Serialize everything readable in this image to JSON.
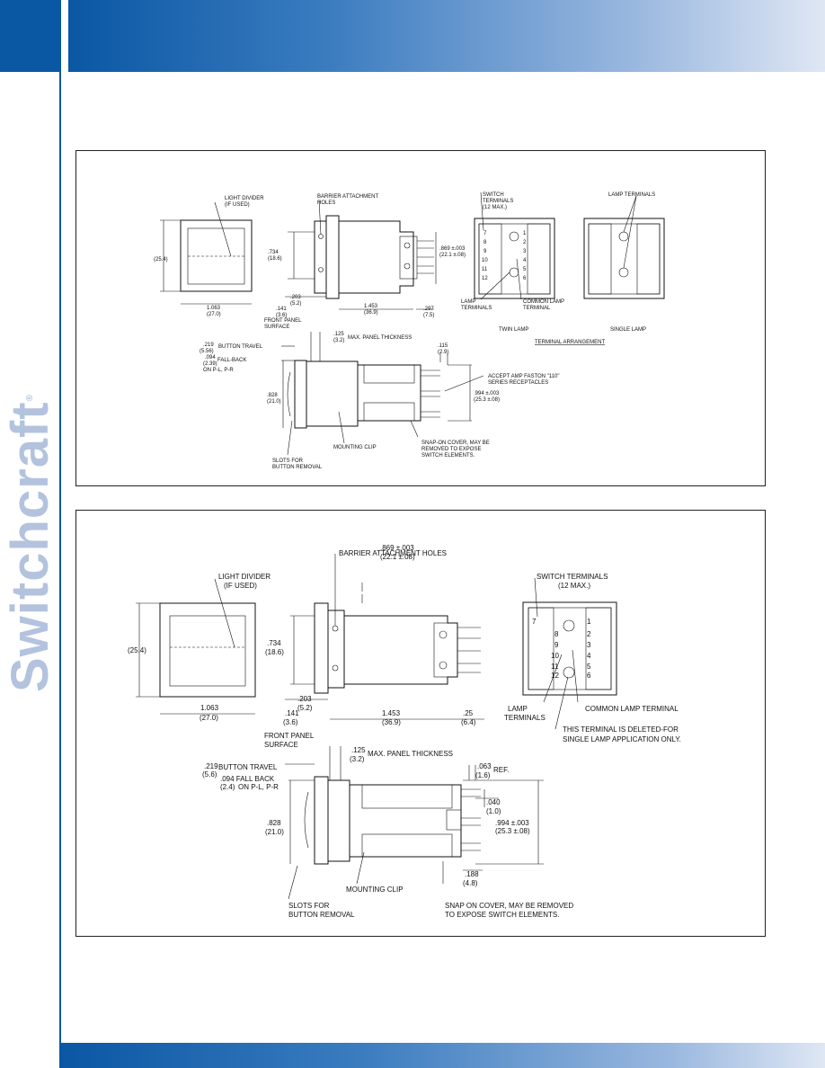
{
  "brand": {
    "name": "Switchcraft",
    "reg_mark": "®"
  },
  "panel1": {
    "light_divider": [
      "LIGHT DIVIDER",
      "(IF USED)"
    ],
    "barrier": [
      "BARRIER ATTACHMENT",
      "HOLES"
    ],
    "switch_terminals": [
      "SWITCH",
      "TERMINALS",
      "(12 MAX.)"
    ],
    "lamp_terminals_top": "LAMP TERMINALS",
    "dim_254": "(25.4)",
    "dim_734": [
      ".734",
      "(18.6)"
    ],
    "dim_869": [
      ".869 ±.003",
      "(22.1 ±.08)"
    ],
    "dim_1063": [
      "1.063",
      "(27.0)"
    ],
    "dim_203": [
      ".203",
      "(5.2)"
    ],
    "dim_141": [
      ".141",
      "(3.6)"
    ],
    "dim_1453": [
      "1.453",
      "(36.9)"
    ],
    "dim_297": [
      ".297",
      "(7.5)"
    ],
    "lamp_terminals": [
      "LAMP",
      "TERMINALS"
    ],
    "common_lamp": [
      "COMMON LAMP",
      "TERMINAL"
    ],
    "front_panel": [
      "FRONT PANEL",
      "SURFACE"
    ],
    "dim_125": [
      ".125",
      "(3.2)"
    ],
    "max_panel": "MAX. PANEL THICKNESS",
    "button_travel": [
      ".219",
      "(5.56)",
      "BUTTON TRAVEL"
    ],
    "fall_back": [
      ".094",
      "(2.39)",
      "FALL-BACK",
      "ON P-L, P-R"
    ],
    "dim_115": [
      ".115",
      "(2.9)"
    ],
    "twin_lamp": "TWIN LAMP",
    "single_lamp": "SINGLE LAMP",
    "terminal_arrangement": "TERMINAL ARRANGEMENT",
    "accept_amp": [
      "ACCEPT AMP FASTON \"110\"",
      "SERIES RECEPTACLES"
    ],
    "dim_828": [
      ".828",
      "(21.0)"
    ],
    "dim_994": [
      ".994 ±.003",
      "(25.3 ±.08)"
    ],
    "mounting_clip": "MOUNTING CLIP",
    "snap_on": [
      "SNAP-ON COVER, MAY BE",
      "REMOVED TO EXPOSE",
      "SWITCH ELEMENTS."
    ],
    "slots": [
      "SLOTS FOR",
      "BUTTON REMOVAL"
    ],
    "term_numbers": [
      "7",
      "8",
      "9",
      "10",
      "11",
      "12",
      "1",
      "2",
      "3",
      "4",
      "5",
      "6"
    ]
  },
  "panel2": {
    "barrier": "BARRIER ATTACHMENT HOLES",
    "light_divider": [
      "LIGHT DIVIDER",
      "(IF USED)"
    ],
    "dim_869": [
      ".869 ±.003",
      "(22.1 ±.08)"
    ],
    "switch_terminals": [
      "SWITCH TERMINALS",
      "(12 MAX.)"
    ],
    "dim_254": "(25.4)",
    "dim_734": [
      ".734",
      "(18.6)"
    ],
    "lamp_terminals": [
      "LAMP",
      "TERMINALS"
    ],
    "common_lamp": "COMMON LAMP TERMINAL",
    "deleted": [
      "THIS TERMINAL IS DELETED-FOR",
      "SINGLE LAMP APPLICATION ONLY."
    ],
    "dim_1063": [
      "1.063",
      "(27.0)"
    ],
    "dim_203": [
      ".203",
      "(5.2)"
    ],
    "dim_141": [
      ".141",
      "(3.6)"
    ],
    "dim_1453": [
      "1.453",
      "(36.9)"
    ],
    "dim_25": [
      ".25",
      "(6.4)"
    ],
    "front_panel": [
      "FRONT PANEL",
      "SURFACE"
    ],
    "dim_125": [
      ".125",
      "(3.2)"
    ],
    "max_panel": "MAX. PANEL THICKNESS",
    "button_travel": [
      ".219",
      "(5.6)",
      "BUTTON TRAVEL"
    ],
    "fall_back": [
      ".094 FALL BACK",
      "(2.4)",
      "ON P-L, P-R"
    ],
    "dim_063": [
      ".063",
      "(1.6)",
      "REF."
    ],
    "dim_040": [
      ".040",
      "(1.0)"
    ],
    "dim_828": [
      ".828",
      "(21.0)"
    ],
    "dim_994": [
      ".994 ±.003",
      "(25.3 ±.08)"
    ],
    "dim_188": [
      ".188",
      "(4.8)"
    ],
    "mounting_clip": "MOUNTING CLIP",
    "snap_on": [
      "SNAP ON COVER, MAY BE REMOVED",
      "TO EXPOSE SWITCH ELEMENTS."
    ],
    "slots": [
      "SLOTS FOR",
      "BUTTON REMOVAL"
    ],
    "term_numbers": [
      "7",
      "8",
      "9",
      "10",
      "11",
      "12",
      "1",
      "2",
      "3",
      "4",
      "5",
      "6"
    ]
  },
  "page_number": "  "
}
